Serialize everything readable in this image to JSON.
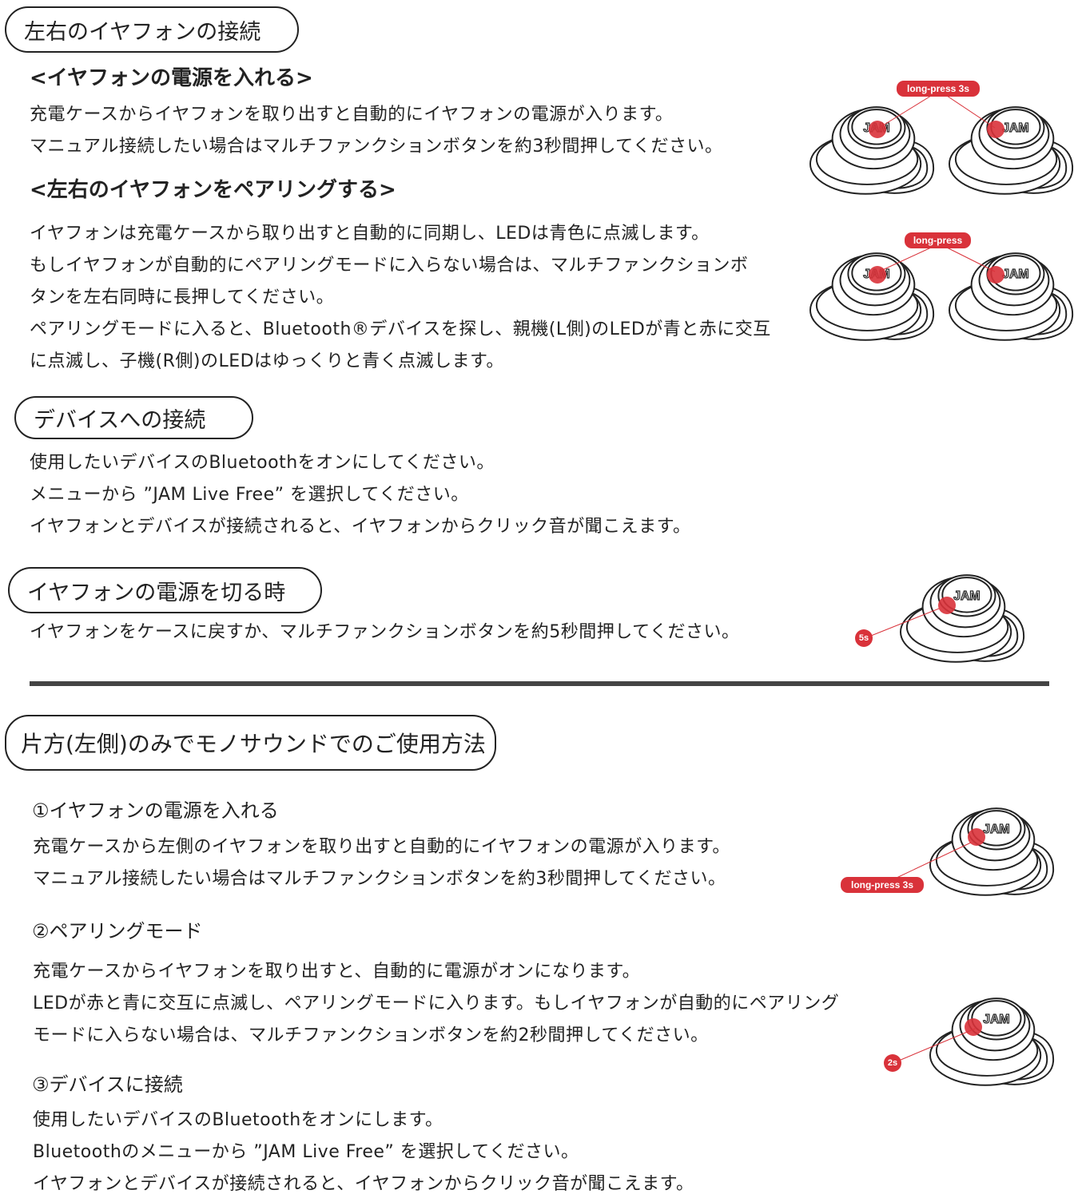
{
  "section1": {
    "title": "左右のイヤフォンの接続",
    "power_on": {
      "heading": "<イヤフォンの電源を入れる>",
      "lines": [
        "充電ケースからイヤフォンを取り出すと自動的にイヤフォンの電源が入ります。",
        "マニュアル接続したい場合はマルチファンクションボタンを約3秒間押してください。"
      ],
      "label": "long-press 3s"
    },
    "pairing": {
      "heading": "<左右のイヤフォンをペアリングする>",
      "lines": [
        "イヤフォンは充電ケースから取り出すと自動的に同期し、LEDは青色に点滅します。",
        "もしイヤフォンが自動的にペアリングモードに入らない場合は、マルチファンクションボ",
        "タンを左右同時に長押してください。",
        "ペアリングモードに入ると、Bluetooth®デバイスを探し、親機(L側)のLEDが青と赤に交互",
        "に点滅し、子機(R側)のLEDはゆっくりと青く点滅します。"
      ],
      "label": "long-press"
    }
  },
  "section2": {
    "title": "デバイスへの接続",
    "lines": [
      "使用したいデバイスのBluetoothをオンにしてください。",
      "メニューから ”JAM Live Free” を選択してください。",
      "イヤフォンとデバイスが接続されると、イヤフォンからクリック音が聞こえます。"
    ]
  },
  "section3": {
    "title": "イヤフォンの電源を切る時",
    "lines": [
      "イヤフォンをケースに戻すか、マルチファンクションボタンを約5秒間押してください。"
    ],
    "label": "5s"
  },
  "section4": {
    "title": "片方(左側)のみでモノサウンドでのご使用方法",
    "step1": {
      "heading": "①イヤフォンの電源を入れる",
      "lines": [
        "充電ケースから左側のイヤフォンを取り出すと自動的にイヤフォンの電源が入ります。",
        "マニュアル接続したい場合はマルチファンクションボタンを約3秒間押してください。"
      ],
      "label": "long-press 3s"
    },
    "step2": {
      "heading": "②ペアリングモード",
      "lines": [
        "充電ケースからイヤフォンを取り出すと、自動的に電源がオンになります。",
        "LEDが赤と青に交互に点滅し、ペアリングモードに入ります。もしイヤフォンが自動的にペアリング",
        "モードに入らない場合は、マルチファンクションボタンを約2秒間押してください。"
      ],
      "label": "2s"
    },
    "step3": {
      "heading": "③デバイスに接続",
      "lines": [
        "使用したいデバイスのBluetoothをオンにします。",
        "Bluetoothのメニューから ”JAM Live Free” を選択してください。",
        "イヤフォンとデバイスが接続されると、イヤフォンからクリック音が聞こえます。"
      ]
    }
  },
  "brand_logo": "JAM",
  "colors": {
    "accent": "#d9323a",
    "text": "#222222",
    "divider": "#444444"
  }
}
